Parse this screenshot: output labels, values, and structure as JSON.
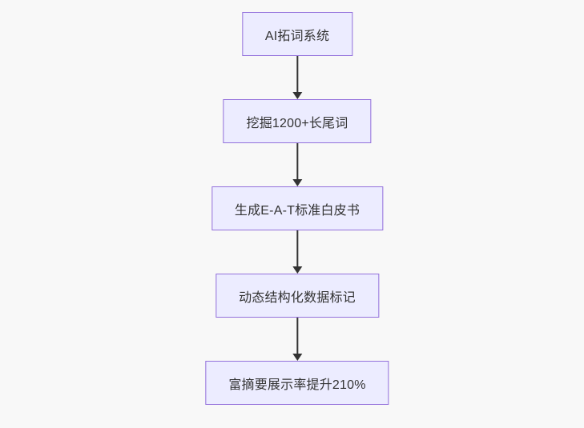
{
  "diagram": {
    "type": "flowchart",
    "direction": "top-down",
    "nodes": [
      {
        "id": "node-1",
        "label": "AI拓词系统"
      },
      {
        "id": "node-2",
        "label": "挖掘1200+长尾词"
      },
      {
        "id": "node-3",
        "label": "生成E-A-T标准白皮书"
      },
      {
        "id": "node-4",
        "label": "动态结构化数据标记"
      },
      {
        "id": "node-5",
        "label": "富摘要展示率提升210%"
      }
    ],
    "edges": [
      {
        "from": "node-1",
        "to": "node-2"
      },
      {
        "from": "node-2",
        "to": "node-3"
      },
      {
        "from": "node-3",
        "to": "node-4"
      },
      {
        "from": "node-4",
        "to": "node-5"
      }
    ],
    "colors": {
      "background": "#f8f8f8",
      "node_fill": "#ECECFF",
      "node_border": "#9370DB",
      "node_text": "#333333",
      "edge": "#333333"
    }
  }
}
